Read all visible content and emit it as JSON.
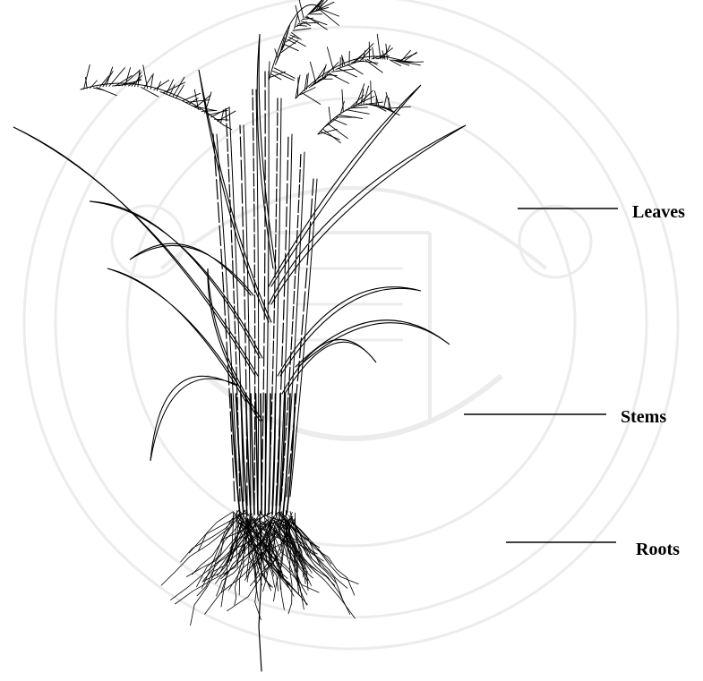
{
  "diagram": {
    "labels": {
      "leaves": "Leaves",
      "stems": "Stems",
      "roots": "Roots"
    },
    "colors": {
      "ink": "#000000",
      "watermark": "#ececec",
      "background": "#ffffff"
    }
  }
}
